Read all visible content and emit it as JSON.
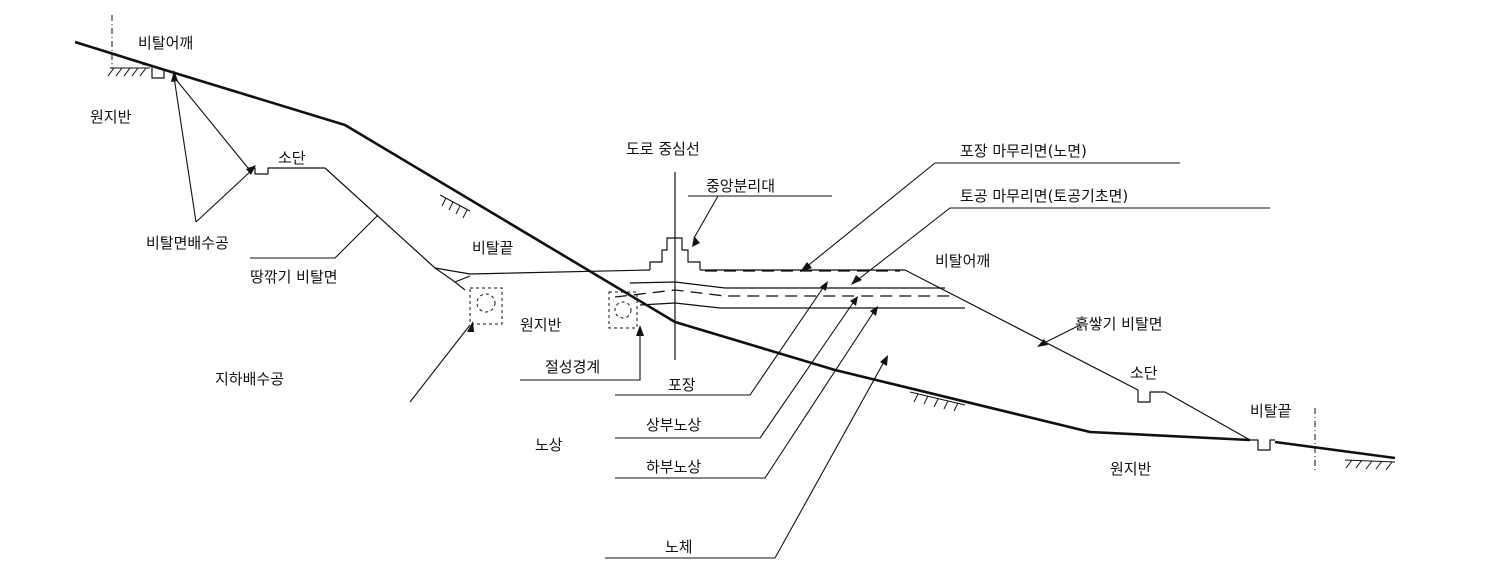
{
  "labels": {
    "shoulder_top_left": "비탈어깨",
    "original_ground_left": "원지반",
    "berm_left": "소단",
    "road_centerline": "도로 중심선",
    "pavement_finish": "포장 마무리면(노면)",
    "median": "중앙분리대",
    "earthwork_finish": "토공 마무리면(토공기초면)",
    "slope_drain": "비탈면배수공",
    "cut_slope": "땅깎기 비탈면",
    "toe_left": "비탈끝",
    "shoulder_right": "비탈어깨",
    "original_ground_center": "원지반",
    "fill_slope": "흙쌓기 비탈면",
    "subsurface_drain": "지하배수공",
    "cut_fill_boundary": "절성경계",
    "pavement": "포장",
    "berm_right": "소단",
    "upper_subgrade": "상부노상",
    "toe_right": "비탈끝",
    "subgrade": "노상",
    "lower_subgrade": "하부노상",
    "original_ground_right": "원지반",
    "embankment": "노체"
  }
}
